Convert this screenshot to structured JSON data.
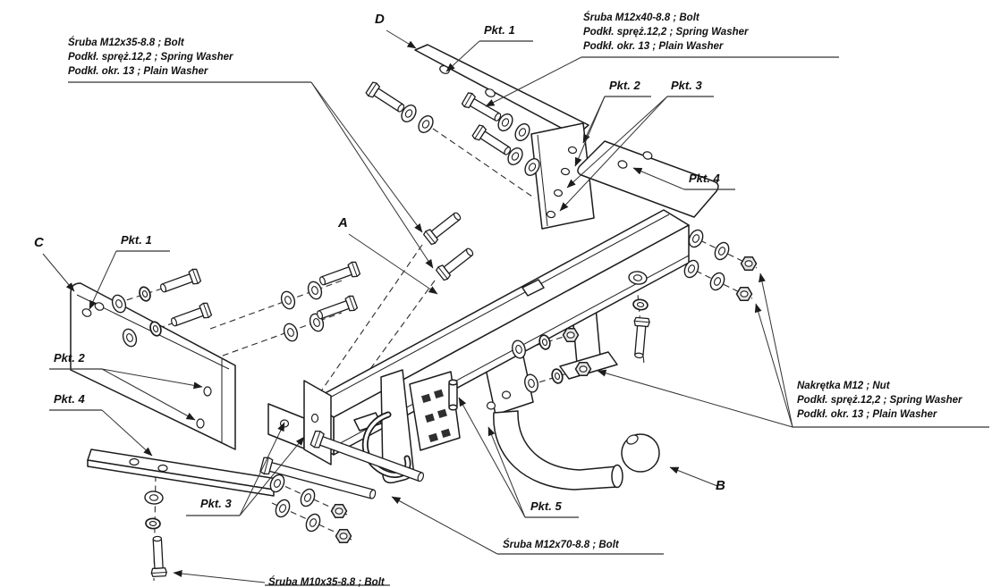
{
  "figure": {
    "kind": "exploded-assembly-technical-drawing",
    "subject": "tow bar (hitch) mounting diagram with fastener callouts"
  },
  "colors": {
    "background": "#ffffff",
    "line": "#1c1c1c",
    "leader": "#333333"
  },
  "callouts": {
    "bolt_m12x35": {
      "lines": [
        "Śruba M12x35-8.8 ;  Bolt",
        "Podkł. spręż.12,2 ; Spring Washer",
        "Podkł. okr. 13 ; Plain Washer"
      ]
    },
    "bolt_m12x40": {
      "lines": [
        "Śruba M12x40-8.8 ;  Bolt",
        "Podkł. spręż.12,2 ; Spring Washer",
        "Podkł. okr. 13 ; Plain Washer"
      ]
    },
    "nut_m12": {
      "lines": [
        "Nakrętka  M12 ; Nut",
        "Podkł. spręż.12,2 ; Spring Washer",
        "Podkł. okr. 13 ; Plain Washer"
      ]
    },
    "bolt_m12x70": {
      "lines": [
        "Śruba M12x70-8.8 ;  Bolt"
      ]
    },
    "bolt_m10": {
      "lines": [
        "Śruba M10x35-8.8 ;  Bolt"
      ]
    }
  },
  "part_letters": {
    "a": "A",
    "b": "B",
    "c": "C",
    "d": "D"
  },
  "point_labels": {
    "p1": "Pkt. 1",
    "p2": "Pkt. 2",
    "p3": "Pkt. 3",
    "p4": "Pkt. 4",
    "p5": "Pkt. 5"
  }
}
